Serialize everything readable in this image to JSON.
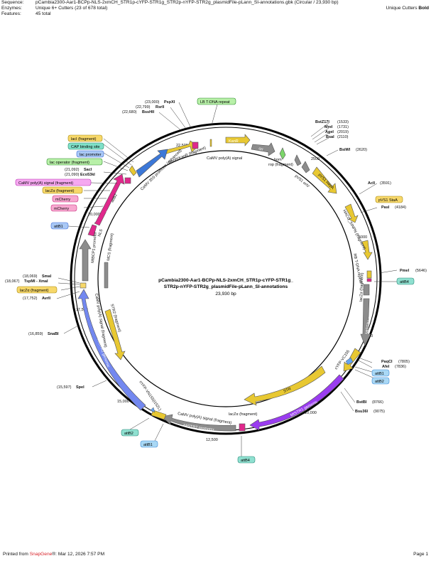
{
  "header": {
    "sequence_key": "Sequence:",
    "sequence_val": "pCambia2300-Aar1-BCPp-NLS-2xmCH_STR1p-cYFP-STR1g_STR2p-nYFP-STR2g_plasmidFile-pLann_SI-annotations.gbk  (Circular / 23,930 bp)",
    "enzymes_key": "Enzymes:",
    "enzymes_val": "Unique 6+ Cutters  (23 of 678 total)",
    "features_key": "Features:",
    "features_val": "45 total",
    "unique_prefix": "Unique Cutters",
    "unique_bold": "Bold"
  },
  "center": {
    "title1": "pCambia2300-Aar1-BCPp-NLS-2xmCH_STR1p-cYFP-STR1g_",
    "title2": "STR2p-nYFP-STR2g_plasmidFile-pLann_SI-annotations",
    "length": "23,930 bp"
  },
  "ticks": [
    "2500",
    "5000",
    "7500",
    "10,000",
    "12,500",
    "15,000",
    "17,500",
    "20,000",
    "22,500"
  ],
  "sites": [
    {
      "name": "PspXI",
      "pos": "(23,000)"
    },
    {
      "name": "RsrII",
      "pos": "(22,799)"
    },
    {
      "name": "BssHII",
      "pos": "(22,680)"
    },
    {
      "name": "BstZ17I",
      "pos": "(1533)"
    },
    {
      "name": "MreI",
      "pos": "(1731)"
    },
    {
      "name": "AgeI",
      "pos": "(2019)"
    },
    {
      "name": "BsaI",
      "pos": "(2110)"
    },
    {
      "name": "BsiWI",
      "pos": "(2620)"
    },
    {
      "name": "AclI",
      "pos": "(3591)"
    },
    {
      "name": "PasI",
      "pos": "(4184)"
    },
    {
      "name": "PmeI",
      "pos": "(5646)"
    },
    {
      "name": "PaqCI",
      "pos": "(7805)"
    },
    {
      "name": "AfeI",
      "pos": "(7836)"
    },
    {
      "name": "BstBI",
      "pos": "(8766)"
    },
    {
      "name": "Bsu36I",
      "pos": "(9075)"
    },
    {
      "name": "SacI",
      "pos": "(21,092)"
    },
    {
      "name": "Eco53kI",
      "pos": "(21,090)"
    },
    {
      "name": "SmaI",
      "pos": "(18,069)"
    },
    {
      "name": "TspMI - XmaI",
      "pos": "(18,067)"
    },
    {
      "name": "AvrII",
      "pos": "(17,752)"
    },
    {
      "name": "SnaBI",
      "pos": "(16,859)"
    },
    {
      "name": "SpeI",
      "pos": "(15,597)"
    }
  ],
  "boxes": [
    {
      "label": "LB T-DNA repeat",
      "color": "#b8f0a8"
    },
    {
      "label": "lacI (fragment)",
      "color": "#f7d86a"
    },
    {
      "label": "CAP binding site",
      "color": "#7fe0c8"
    },
    {
      "label": "lac promoter",
      "color": "#a9c8f5"
    },
    {
      "label": "lac operator (fragment)",
      "color": "#b8f0a8"
    },
    {
      "label": "CaMV poly(A) signal (fragment)",
      "color": "#f5a8f0"
    },
    {
      "label": "lacZα (fragment)",
      "color": "#f7d86a"
    },
    {
      "label": "mCherry",
      "color": "#f7a8d0"
    },
    {
      "label": "mCherry",
      "color": "#f7a8d0"
    },
    {
      "label": "attB1",
      "color": "#a9c8f5"
    },
    {
      "label": "lacZα (fragment)",
      "color": "#f7d86a"
    },
    {
      "label": "pVS1 StaA",
      "color": "#f7d86a"
    },
    {
      "label": "attB4",
      "color": "#8fe0d0"
    },
    {
      "label": "attB1",
      "color": "#a9d8f5"
    },
    {
      "label": "attB2",
      "color": "#a9d8f5"
    },
    {
      "label": "attB2",
      "color": "#8fe0d0"
    },
    {
      "label": "attB1",
      "color": "#a9d8f5"
    },
    {
      "label": "attB4",
      "color": "#8fe0d0"
    }
  ],
  "features": [
    "NeoR/KanR (fragment)",
    "CaMV poly(A) signal",
    "KanR",
    "ori",
    "bom",
    "rop (fragment)",
    "pVS1 oriV",
    "pVS1 RepA",
    "NeoR/KanR (fragment)",
    "CaMV 35S promoter (enhanced)",
    "attB2",
    "NLS",
    "mCherry",
    "MtBCP1 promoter",
    "MCS (fragment)",
    "STR2 (fragment)",
    "CaMV poly(A) signal (fragment)",
    "MtSTR2 genomic",
    "nYFP-VN155(I152L)",
    "CaMV poly(A) signal (fragment)",
    "MtSTR2 promoter",
    "lacZα (fragment)",
    "STR",
    "MtSTR1 genomic",
    "cYFP-VC155",
    "MtSTR1 promoter",
    "lacZα (fragment)",
    "RB T-DNA repeat",
    "HACG_SINPN (fragment)"
  ],
  "colors": {
    "yellow": "#e8c832",
    "gray": "#8c8c8c",
    "magenta": "#e0288c",
    "purple": "#9a3cf0",
    "blue": "#7388f0",
    "lightblue": "#3c78d8",
    "darkgreen": "#2a8a2a"
  },
  "footer": {
    "printed": "Printed from",
    "brand": "SnapGene",
    "date": "®:  Mar 12, 2026  7:57 PM",
    "page": "Page 1"
  }
}
